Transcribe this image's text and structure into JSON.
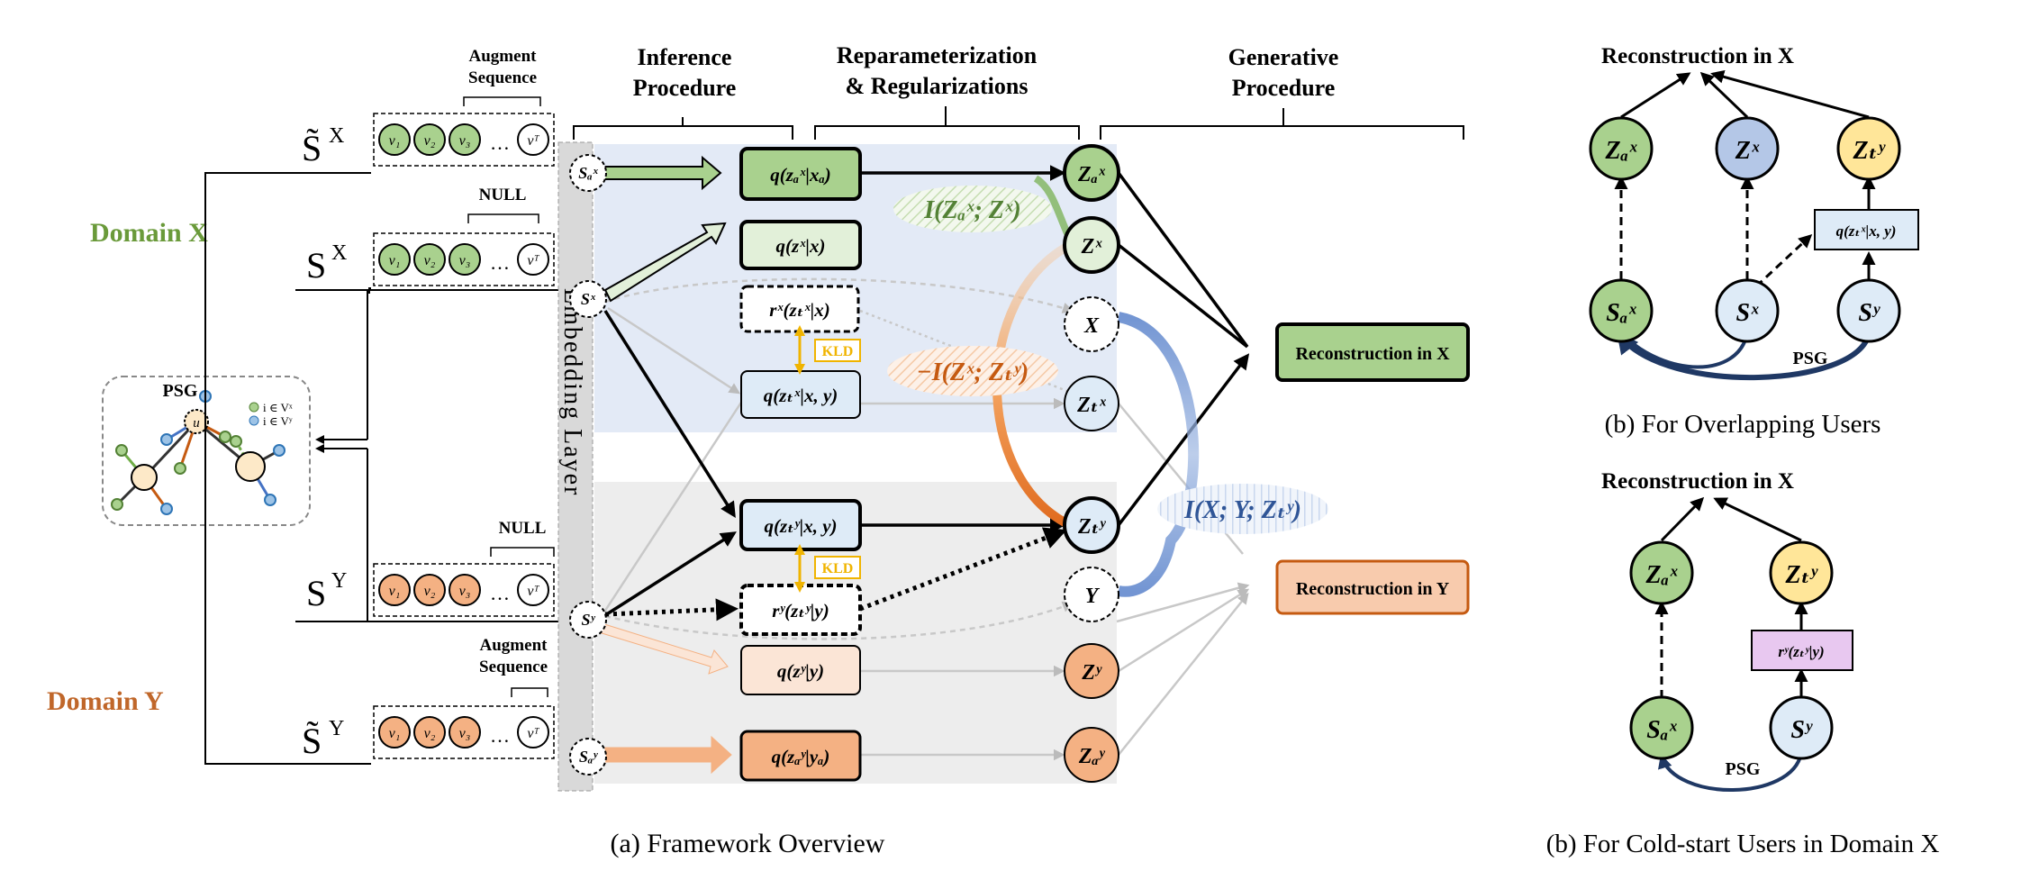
{
  "main": {
    "sections": {
      "inference": [
        "Inference",
        "Procedure"
      ],
      "reparam": [
        "Reparameterization",
        "& Regularizations"
      ],
      "generative": [
        "Generative",
        "Procedure"
      ]
    },
    "domain_x": "Domain X",
    "domain_y": "Domain Y",
    "psg": "PSG",
    "psg_legend": [
      "i ∈ Vˣ",
      "i ∈ Vʸ"
    ],
    "graph_center": "u",
    "augment_top": [
      "Augment",
      "Sequence"
    ],
    "augment_bottom": [
      "Augment",
      "Sequence"
    ],
    "null_top": "NULL",
    "null_bottom": "NULL",
    "seq_labels": {
      "sx_tilde": "S̃",
      "sx_tilde_sup": "X",
      "sx": "S",
      "sx_sup": "X",
      "sy": "S",
      "sy_sup": "Y",
      "sy_tilde": "S̃",
      "sy_tilde_sup": "Y"
    },
    "seq_tokens": [
      "v₁",
      "v₂",
      "v₃",
      "…",
      "vᵀ"
    ],
    "embedding_layer": "Embedding Layer",
    "input_nodes": [
      "Sₐˣ",
      "Sˣ",
      "Sʸ",
      "Sₐʸ"
    ],
    "dist_boxes": {
      "q_zax": "q(zₐˣ|xₐ)",
      "q_zx": "q(zˣ|x)",
      "r_x": "rˣ(zₜˣ|x)",
      "q_ztx": "q(zₜˣ|x, y)",
      "q_zty": "q(zₜʸ|x, y)",
      "r_y": "rʸ(zₜʸ|y)",
      "q_zy": "q(zʸ|y)",
      "q_zay": "q(zₐʸ|yₐ)"
    },
    "kld": "KLD",
    "latent_nodes": [
      "Zₐˣ",
      "Zˣ",
      "X",
      "Zₜˣ",
      "Zₜʸ",
      "Y",
      "Zʸ",
      "Zₐʸ"
    ],
    "mi_1": "I(Zₐˣ; Zˣ)",
    "mi_2": "−I(Zˣ; Zₜʸ)",
    "mi_3": "I(X; Y; Zₜʸ)",
    "recon_x": "Reconstruction in X",
    "recon_y": "Reconstruction in Y",
    "caption": "(a) Framework Overview"
  },
  "panel_top": {
    "title": "Reconstruction in X",
    "nodes_top": [
      "Zₐˣ",
      "Zˣ",
      "Zₜʸ"
    ],
    "nodes_bottom": [
      "Sₐˣ",
      "Sˣ",
      "Sʸ"
    ],
    "q_box": "q(zₜˣ|x, y)",
    "psg": "PSG",
    "caption": "(b) For Overlapping Users"
  },
  "panel_bottom": {
    "title": "Reconstruction in X",
    "nodes_top": [
      "Zₐˣ",
      "Zₜʸ"
    ],
    "nodes_bottom": [
      "Sₐˣ",
      "Sʸ"
    ],
    "r_box": "rʸ(zₜʸ|y)",
    "psg": "PSG",
    "caption": "(b) For Cold-start Users in Domain X"
  },
  "colors": {
    "green": "#a9d18e",
    "green_dark": "#538135",
    "orange": "#f4b183",
    "orange_dark": "#c55a11",
    "blue_bg": "#dae3f3",
    "gray_bg": "#ededed",
    "node_blue": "#deebf7",
    "yellow": "#ffe699",
    "purple": "#e8c8f0",
    "navy": "#1f3864"
  }
}
